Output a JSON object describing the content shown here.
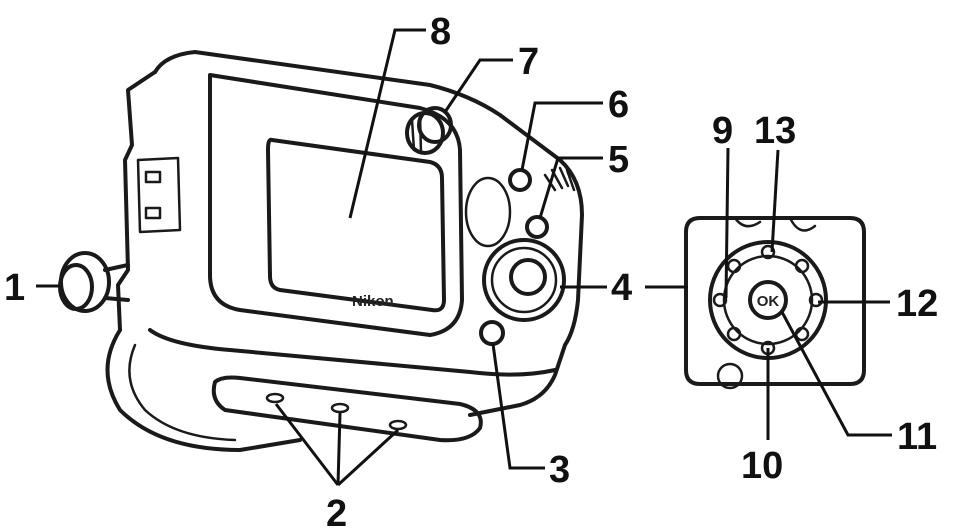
{
  "brand_logo": "Nikon",
  "ok_label": "OK",
  "callouts": {
    "c1": "1",
    "c2": "2",
    "c3": "3",
    "c4": "4",
    "c5": "5",
    "c6": "6",
    "c7": "7",
    "c8": "8",
    "c9": "9",
    "c10": "10",
    "c11": "11",
    "c12": "12",
    "c13": "13"
  }
}
